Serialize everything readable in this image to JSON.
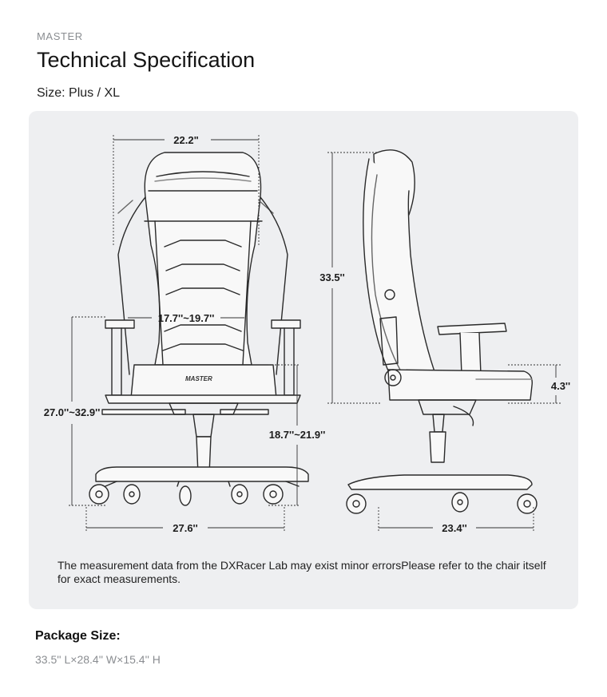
{
  "header": {
    "eyebrow": "MASTER",
    "title": "Technical Specification",
    "size": "Size: Plus / XL"
  },
  "diagram": {
    "front": {
      "width_top": "22.2\"",
      "seat_width": "17.7''~19.7''",
      "armrest_height": "27.0''~32.9''",
      "seat_height": "18.7''~21.9''",
      "base_width": "27.6''"
    },
    "side": {
      "back_height": "33.5''",
      "seat_thickness": "4.3''",
      "base_depth": "23.4''"
    },
    "logo_text": "MASTER"
  },
  "note": "The measurement data from the DXRacer Lab may exist minor errorsPlease refer to the chair itself for exact measurements.",
  "package": {
    "label": "Package Size:",
    "value": "33.5'' L×28.4'' W×15.4'' H"
  }
}
